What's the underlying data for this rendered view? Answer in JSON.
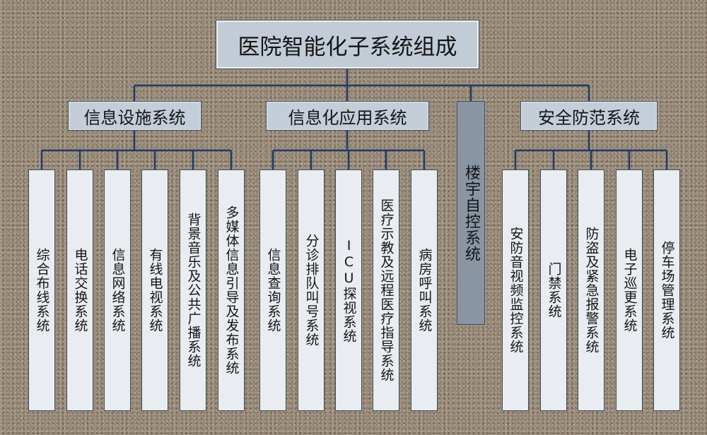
{
  "root": {
    "label": "医院智能化子系统组成"
  },
  "categories": [
    {
      "label": "信息设施系统",
      "items": [
        "综合布线系统",
        "电话交换系统",
        "信息网络系统",
        "有线电视系统",
        "背景音乐及公共广播系统",
        "多媒体信息引导及发布系统"
      ]
    },
    {
      "label": "信息化应用系统",
      "items": [
        "信息查询系统",
        "分诊排队叫号系统",
        "ICU探视系统",
        "医疗示教及远程医疗指导系统",
        "病房呼叫系统"
      ]
    },
    {
      "label": "楼宇自控系统",
      "items": []
    },
    {
      "label": "安全防范系统",
      "items": [
        "安防音视频监控系统",
        "门禁系统",
        "防盗及紧急报警系统",
        "电子巡更系统",
        "停车场管理系统"
      ]
    }
  ],
  "colors": {
    "background": "#9a8b78",
    "connector": "#1f3a66",
    "root_fill": "#c2ccd6",
    "category_fill": "#c4ced8",
    "leaf_fill": "#e9edf2",
    "standalone_fill": "#8995a3"
  }
}
